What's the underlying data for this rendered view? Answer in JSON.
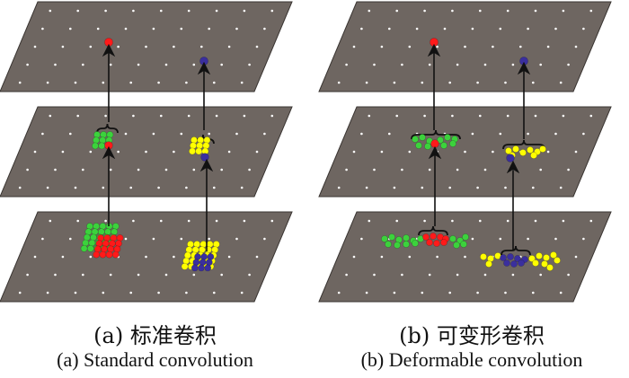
{
  "captions": {
    "a_zh": "(a) 标准卷积",
    "a_en": "(a) Standard convolution",
    "b_zh": "(b) 可变形卷积",
    "b_en": "(b) Deformable convolution"
  },
  "colors": {
    "plane": "#6e6661",
    "plane_edge": "#3a3532",
    "grid_dot": "#ffffff",
    "red": "#ff1a1a",
    "blue": "#3a2f9e",
    "green": "#3cd23c",
    "yellow": "#ffff00",
    "arrow": "#111111"
  },
  "panels": [
    {
      "id": "a",
      "label": "Standard convolution",
      "sampling": "regular-grid"
    },
    {
      "id": "b",
      "label": "Deformable convolution",
      "sampling": "deformed-offsets"
    }
  ],
  "layers_per_panel": 3,
  "icons": [
    "arrow-up-icon",
    "brace-icon"
  ]
}
